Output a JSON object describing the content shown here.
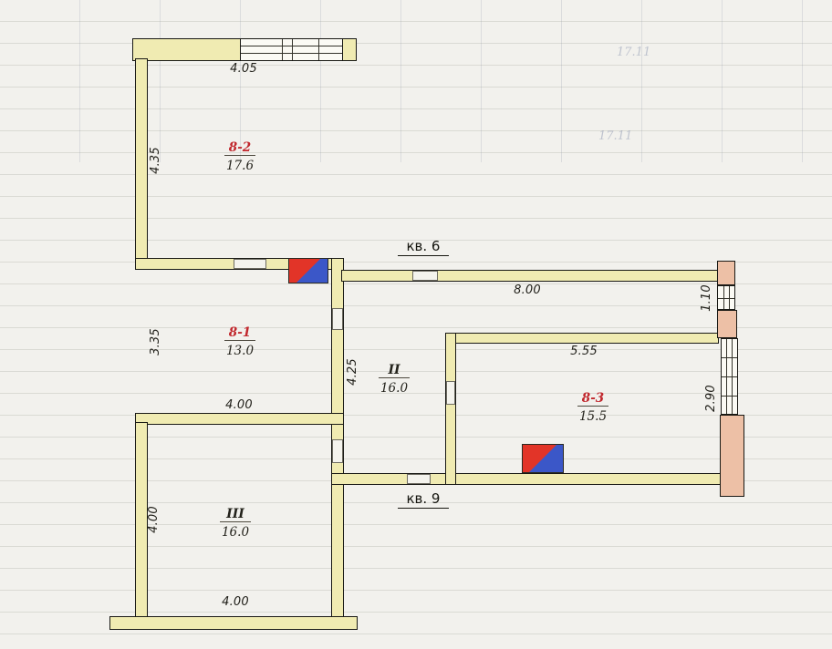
{
  "colors": {
    "paper": "#f2f1ed",
    "wall-fill": "#f0ebb2",
    "masonry-fill": "#edc0a6",
    "ink": "#191915",
    "room-red": "#c1272d",
    "symbol-red": "#e23428",
    "symbol-blue": "#3b57c8"
  },
  "apartments": {
    "kv6": "кв. 6",
    "kv9": "кв. 9"
  },
  "rooms": {
    "r82": {
      "number": "8-2",
      "area": "17.6"
    },
    "r81": {
      "number": "8-1",
      "area": "13.0"
    },
    "rII": {
      "numeral": "II",
      "area": "16.0"
    },
    "rIII": {
      "numeral": "III",
      "area": "16.0"
    },
    "r83": {
      "number": "8-3",
      "area": "15.5"
    }
  },
  "dimensions": {
    "top_width": "4.05",
    "room82_left": "4.35",
    "room81_left": "3.35",
    "room81_bottom": "4.00",
    "room3_left": "4.00",
    "room3_bottom": "4.00",
    "corridor_top": "8.00",
    "right_pier": "1.10",
    "corridor_left": "4.25",
    "room83_top": "5.55",
    "right_window": "2.90"
  },
  "ghosts": {
    "g1": "17.11",
    "g2": "17.11"
  },
  "icons": {
    "stove_marker": "stove-marker-icon"
  }
}
